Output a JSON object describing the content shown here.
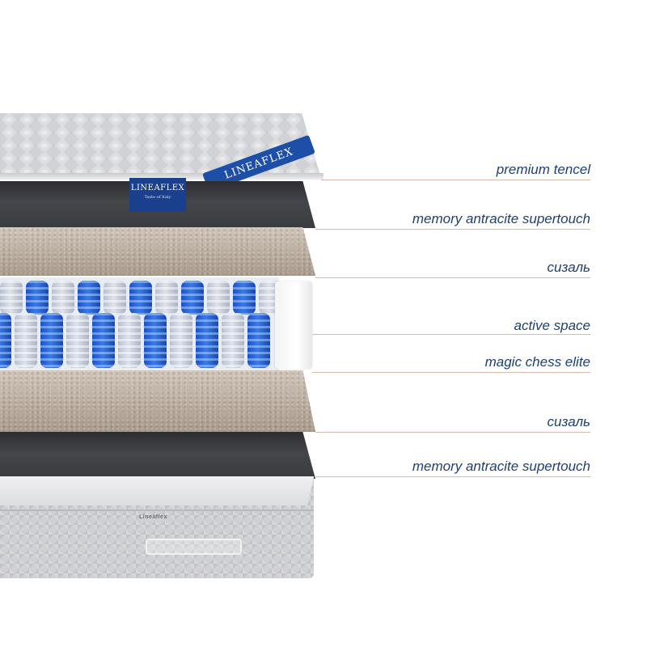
{
  "brand": {
    "ribbon_text": "LINEAFLEX",
    "tag_title": "LINEAFLEX",
    "tag_subtitle": "Taste of Italy",
    "cover_logo": "Lineaflex"
  },
  "layers": [
    {
      "id": "premium-tencel",
      "label": "premium tencel"
    },
    {
      "id": "memory-antracite-supertouch-top",
      "label": "memory antracite supertouch"
    },
    {
      "id": "sisal-top",
      "label": "сизаль"
    },
    {
      "id": "active-space",
      "label": "active space"
    },
    {
      "id": "magic-chess-elite",
      "label": "magic chess elite"
    },
    {
      "id": "sisal-bottom",
      "label": "сизаль"
    },
    {
      "id": "memory-antracite-supertouch-bottom",
      "label": "memory antracite supertouch"
    }
  ],
  "colors": {
    "label_text": "#1e3f73",
    "leader_line": "#d8b8a8",
    "brand_blue": "#1a3f8c",
    "spring_blue": "#2b64d6"
  }
}
